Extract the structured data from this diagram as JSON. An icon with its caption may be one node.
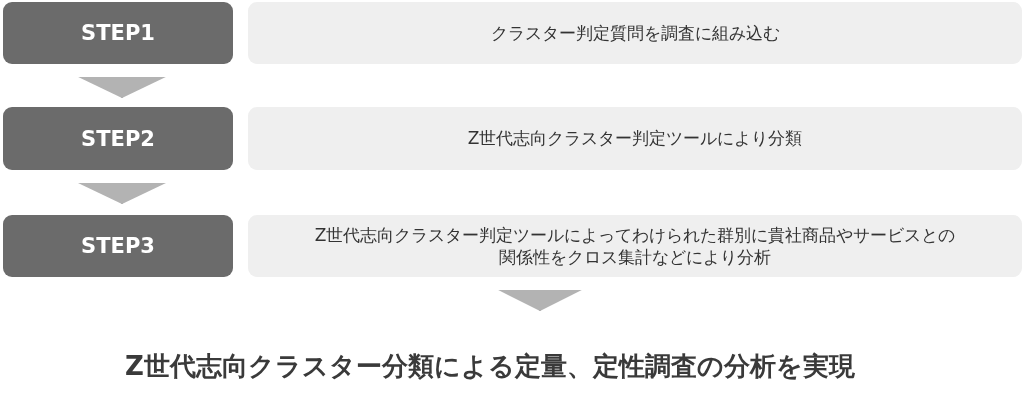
{
  "diagram": {
    "nodes": [
      {
        "text": [
          "STEP1"
        ]
      },
      {
        "text": [
          "クラスター判定質問を調査に組み込む"
        ]
      },
      {
        "text": [
          "STEP2"
        ]
      },
      {
        "text": [
          "Z世代志向クラスター判定ツールにより分類"
        ]
      },
      {
        "text": [
          "STEP3"
        ]
      },
      {
        "text": [
          "Z世代志向クラスター判定ツールによってわけられた群別に貴社商品やサービスとの関係性をクロス集計などにより分析"
        ]
      },
      {
        "text": [
          "Z世代志向クラスター分類による定量、定性調査の分析を実現"
        ]
      }
    ],
    "edges": [
      {
        "from": 0,
        "to": 2,
        "arrow": "to"
      },
      {
        "from": 2,
        "to": 4,
        "arrow": "to"
      },
      {
        "from": 5,
        "to": 6,
        "arrow": "to"
      }
    ]
  }
}
